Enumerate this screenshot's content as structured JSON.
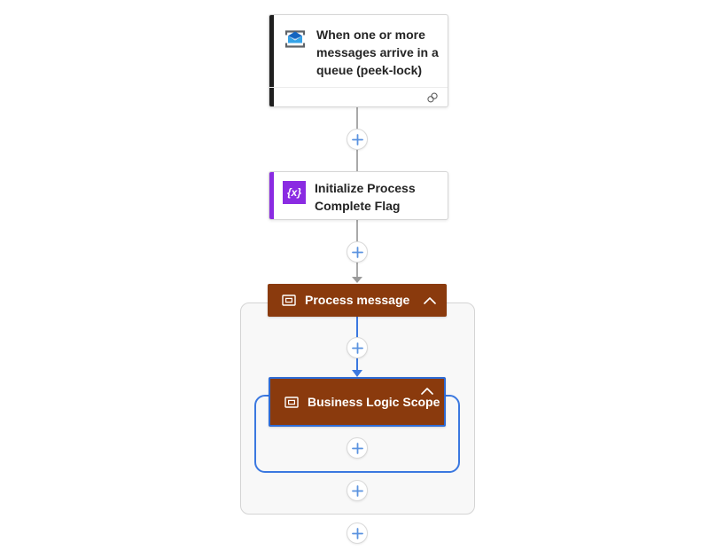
{
  "app": {
    "title": "Logic app workflow designer canvas"
  },
  "colors": {
    "canvas_bg": "#ffffff",
    "card_bg": "#ffffff",
    "card_border": "#d6d6d6",
    "card_text": "#242424",
    "trigger_accent": "#1f1f1f",
    "variable_accent": "#8a2be2",
    "scope_bg": "#8a3a0d",
    "scope_text": "#ffffff",
    "selection_border": "#2e6bd4",
    "edge_blue": "#3b78e0",
    "edge_gray": "#a9a9a9",
    "plus_glyph": "#5b93e0",
    "group_border": "#d4d4d4",
    "group_bg": "#f8f8f8",
    "service_bus_blue": "#35a3e8",
    "link_icon_gray": "#5f5f5f"
  },
  "nodes": {
    "trigger": {
      "title": "When one or more messages arrive in a queue (peek-lock)",
      "icon": "service-bus-icon",
      "footer_icon": "connection-link-icon"
    },
    "initialize_variable": {
      "title": "Initialize Process Complete Flag",
      "icon": "variable-icon",
      "icon_glyph": "{x}"
    },
    "process_message_scope": {
      "title": "Process message",
      "icon": "scope-icon",
      "collapse_icon": "chevron-up-icon",
      "expanded": true
    },
    "business_logic_scope": {
      "title": "Business Logic Scope",
      "icon": "scope-icon",
      "collapse_icon": "chevron-up-icon",
      "expanded": true,
      "selected": true
    }
  },
  "connectors": {
    "insert_button_icon": "plus-icon",
    "insert_button_count": 6
  }
}
